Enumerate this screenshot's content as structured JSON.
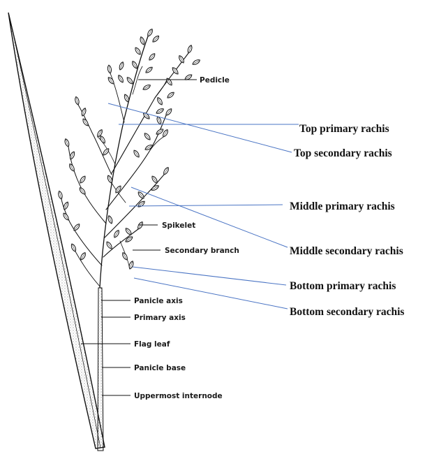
{
  "diagram": {
    "inline_labels": {
      "pedicle": "Pedicle",
      "spikelet": "Spikelet",
      "secondary_branch": "Secondary branch",
      "panicle_axis": "Panicle axis",
      "primary_axis": "Primary axis",
      "flag_leaf": "Flag leaf",
      "panicle_base": "Panicle base",
      "uppermost_internode": "Uppermost internode"
    },
    "callouts": {
      "top_primary": "Top primary rachis",
      "top_secondary": "Top secondary rachis",
      "middle_primary": "Middle primary rachis",
      "middle_secondary": "Middle secondary rachis",
      "bottom_primary": "Bottom primary rachis",
      "bottom_secondary": "Bottom secondary rachis"
    },
    "colors": {
      "ink": "#111111",
      "callout_line": "#4a74c4"
    }
  }
}
